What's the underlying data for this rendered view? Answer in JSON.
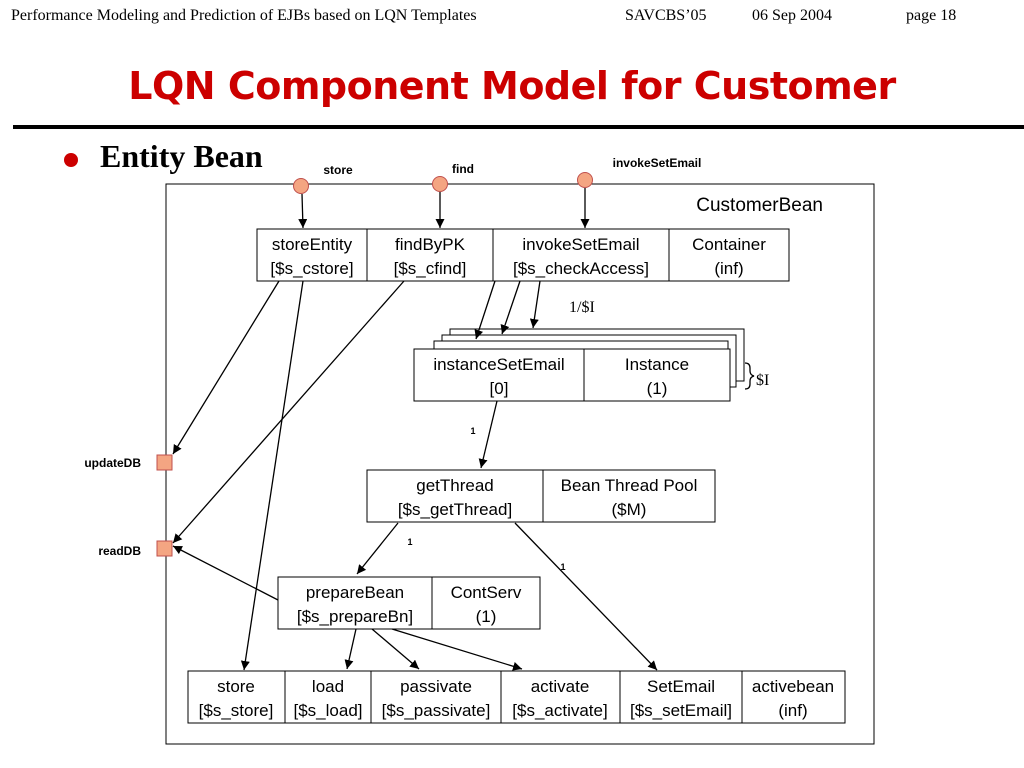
{
  "header": {
    "left": "Performance Modeling and Prediction of EJBs based on LQN Templates",
    "conf": "SAVCBS’05",
    "date": "06 Sep 2004",
    "page": "page 18"
  },
  "title": "LQN Component Model for Customer",
  "bullet": "Entity Bean",
  "diagram": {
    "ports_top": {
      "store": "store",
      "find": "find",
      "invoke": "invokeSetEmail"
    },
    "ports_side": {
      "update": "updateDB",
      "read": "readDB"
    },
    "container_name": "CustomerBean",
    "row1": {
      "storeEntity": [
        "storeEntity",
        "[$s_cstore]"
      ],
      "findByPK": [
        "findByPK",
        "[$s_cfind]"
      ],
      "invokeSetEmail": [
        "invokeSetEmail",
        "[$s_checkAccess]"
      ],
      "container": [
        "Container",
        "(inf)"
      ]
    },
    "instance_ratio": "1/$I",
    "instance_multiplicity": "$I",
    "row2": {
      "instanceSetEmail": [
        "instanceSetEmail",
        "[0]"
      ],
      "instance": [
        "Instance",
        "(1)"
      ]
    },
    "row3": {
      "getThread": [
        "getThread",
        "[$s_getThread]"
      ],
      "pool": [
        "Bean Thread Pool",
        "($M)"
      ]
    },
    "row4": {
      "prepareBean": [
        "prepareBean",
        "[$s_prepareBn]"
      ],
      "contServ": [
        "ContServ",
        "(1)"
      ]
    },
    "row5": {
      "store": [
        "store",
        "[$s_store]"
      ],
      "load": [
        "load",
        "[$s_load]"
      ],
      "passivate": [
        "passivate",
        "[$s_passivate]"
      ],
      "activate": [
        "activate",
        "[$s_activate]"
      ],
      "setEmail": [
        "SetEmail",
        "[$s_setEmail]"
      ],
      "activebean": [
        "activebean",
        "(inf)"
      ]
    },
    "call_labels": {
      "to_getThread": "1",
      "to_prepare": "1",
      "to_setEmail": "1"
    }
  }
}
